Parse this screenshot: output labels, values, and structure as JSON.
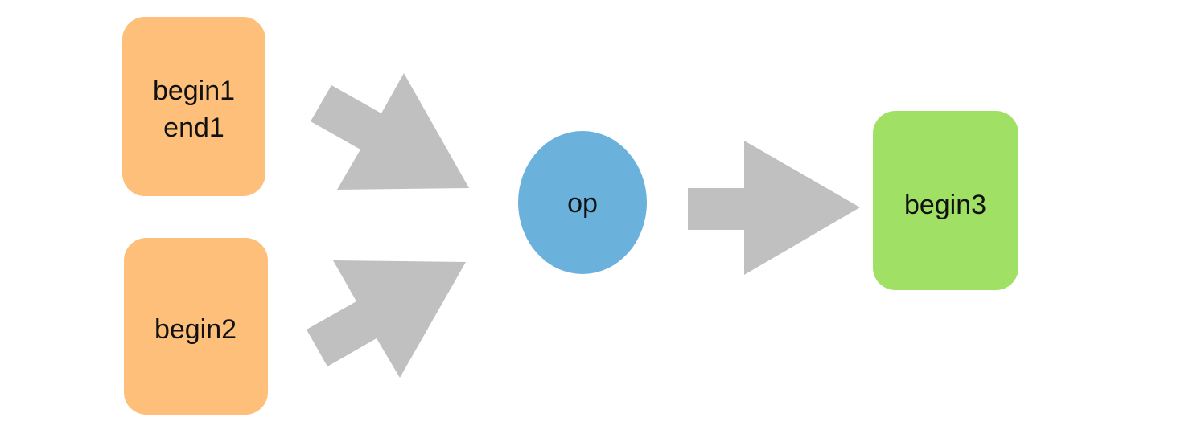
{
  "nodes": {
    "input1": {
      "lines": [
        "begin1",
        "end1"
      ],
      "color": "#fdbf79"
    },
    "input2": {
      "lines": [
        "begin2"
      ],
      "color": "#fdbf79"
    },
    "operator": {
      "label": "op",
      "color": "#6ab1db"
    },
    "output": {
      "label": "begin3",
      "color": "#a0e064"
    }
  },
  "arrows": {
    "color": "#c0c0c0"
  }
}
